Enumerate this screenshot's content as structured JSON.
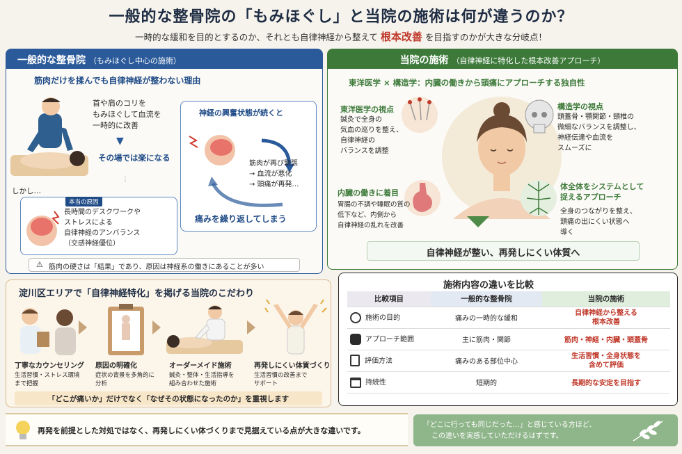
{
  "header": {
    "title": "一般的な整骨院の「もみほぐし」と当院の施術は何が違うのか？",
    "subtitle_pre": "一時的な緩和を目的とするのか、それとも自律神経から整えて",
    "subtitle_hl": "根本改善",
    "subtitle_post": "を目指すのかが大きな分岐点！"
  },
  "left": {
    "head": "一般的な整骨院",
    "head_sub": "（もみほぐし中心の施術）",
    "reason_title": "筋肉だけを揉んでも自律神経が整わない理由",
    "massage_lines": [
      "首や肩のコリを",
      "もみほぐして血流を",
      "一時的に改善"
    ],
    "ok_text": "その場では楽になる",
    "however": "しかし…",
    "tag": "本当の原因",
    "cause_lines": [
      "長時間のデスクワークや",
      "ストレスによる",
      "自律神経のアンバランス",
      "（交感神経優位）"
    ],
    "cycle_title": "神経の興奮状態が続くと",
    "cycle_lines": [
      "筋肉が再び緊張",
      "→ 血流が悪化",
      "→ 頭痛が再発…"
    ],
    "cycle_bottom": "痛みを繰り返してしまう",
    "warning": "筋肉の硬さは「結果」であり、原因は神経系の働きにあることが多い"
  },
  "right": {
    "head": "当院の施術",
    "head_sub": "（自律神経に特化した根本改善アプローチ）",
    "approach_title": "東洋医学 × 構造学：内臓の働きから頭痛にアプローチする独自性",
    "eastern_title": "東洋医学の視点",
    "eastern_lines": [
      "鍼灸で全身の",
      "気血の巡りを整え、",
      "自律神経の",
      "バランスを調整"
    ],
    "struct_title": "構造学の視点",
    "struct_lines": [
      "頭蓋骨・顎関節・頸椎の",
      "微細なバランスを調整し、",
      "神経伝達や血流を",
      "スムーズに"
    ],
    "organ_title": "内臓の働きに着目",
    "organ_lines": [
      "胃腸の不調や睡眠の質の",
      "低下など、内側から",
      "自律神経の乱れを改善"
    ],
    "system_title_lines": [
      "体全体をシステムとして",
      "捉えるアプローチ"
    ],
    "system_lines": [
      "全身のつながりを整え、",
      "頭痛の出にくい状態へ",
      "導く"
    ],
    "result": "自律神経が整い、再発しにくい体質へ"
  },
  "local": {
    "title": "淀川区エリアで「自律神経特化」を掲げる当院のこだわり",
    "steps": [
      {
        "title": "丁寧なカウンセリング",
        "lines": [
          "生活習慣・ストレス環境",
          "まで把握"
        ]
      },
      {
        "title": "原因の明確化",
        "lines": [
          "症状の背景を多角的に",
          "分析"
        ]
      },
      {
        "title": "オーダーメイド施術",
        "lines": [
          "鍼灸・整体・生活指導を",
          "組み合わせた施術"
        ]
      },
      {
        "title": "再発しにくい体質づくり",
        "lines": [
          "生活習慣の改善まで",
          "サポート"
        ]
      }
    ],
    "banner": "「どこが痛いか」だけでなく「なぜその状態になったのか」を重視します"
  },
  "compare": {
    "title": "施術内容の違いを比較",
    "headers": [
      "比較項目",
      "一般的な整骨院",
      "当院の施術"
    ],
    "rows": [
      {
        "icon": "target-icon",
        "item": "施術の目的",
        "general": "痛みの一時的な緩和",
        "ours": [
          "自律神経から整える",
          "根本改善"
        ]
      },
      {
        "icon": "person-icon",
        "item": "アプローチ範囲",
        "general": "主に筋肉・関節",
        "ours": [
          "筋肉・神経・内臓・頭蓋骨"
        ]
      },
      {
        "icon": "clipboard-icon",
        "item": "評価方法",
        "general": "痛みのある部位中心",
        "ours": [
          "生活習慣・全身状態を",
          "含めて評価"
        ]
      },
      {
        "icon": "calendar-icon",
        "item": "持続性",
        "general": "短期的",
        "ours": [
          "長期的な安定を目指す"
        ]
      }
    ]
  },
  "footer": {
    "main": "再発を前提とした対処ではなく、再発しにくい体づくりまで見据えている点が大きな違いです。",
    "side_lines": [
      "「どこに行っても同じだった…」と感じている方ほど、",
      "この違いを実感していただけるはずです。"
    ]
  },
  "colors": {
    "blue": "#2a5a9a",
    "green": "#3d7a3a",
    "red": "#c0392b",
    "beige": "#d9b98c"
  }
}
